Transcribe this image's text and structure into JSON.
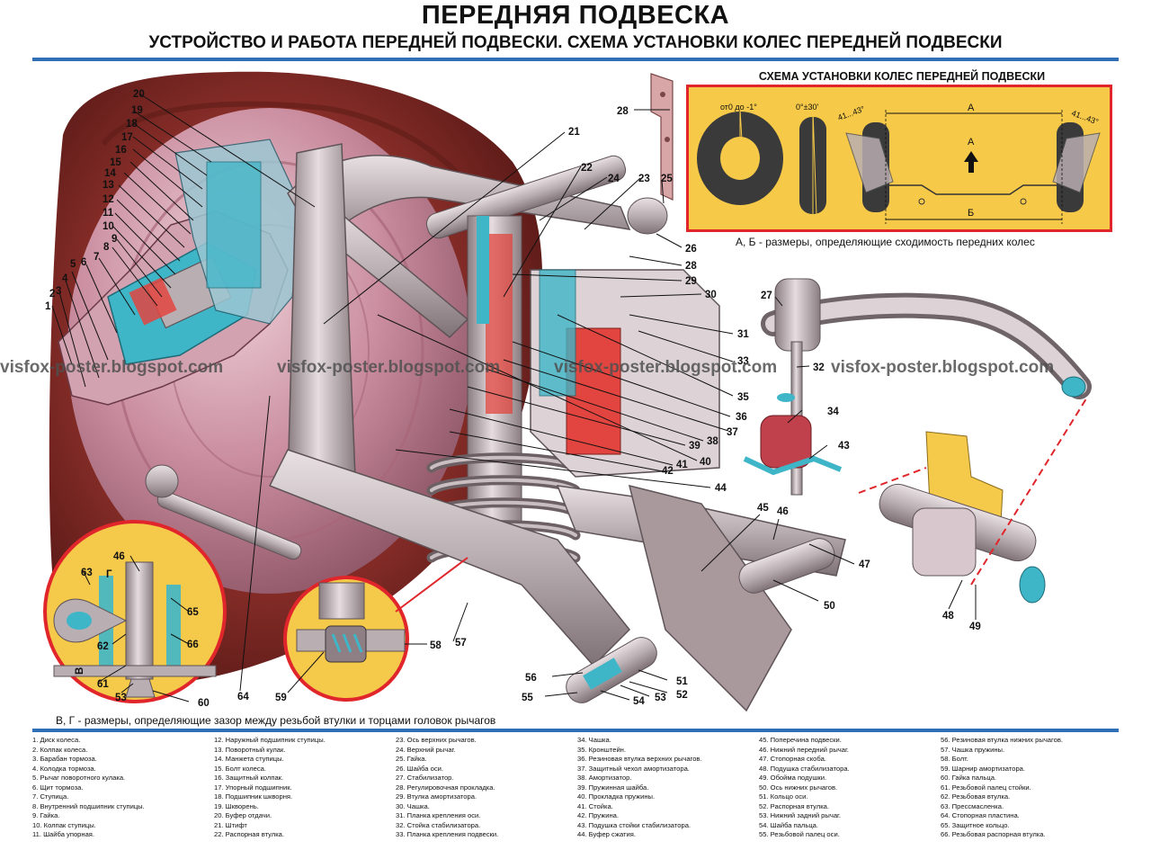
{
  "header": {
    "title": "ПЕРЕДНЯЯ ПОДВЕСКА",
    "subtitle": "УСТРОЙСТВО И РАБОТА ПЕРЕДНЕЙ ПОДВЕСКИ. СХЕМА УСТАНОВКИ КОЛЕС ПЕРЕДНЕЙ ПОДВЕСКИ"
  },
  "watermark": "visfox-poster.blogspot.com",
  "schema": {
    "title": "СХЕМА УСТАНОВКИ КОЛЕС ПЕРЕДНЕЙ ПОДВЕСКИ",
    "camber_label": "от0 до -1°",
    "caster_label": "0°±30'",
    "steer_left_label": "41...43°",
    "steer_right_label": "41...43°",
    "dim_a_top": "А",
    "arrow_label": "А",
    "dim_b": "Б",
    "caption": "А, Б - размеры, определяющие сходимость передних колес"
  },
  "inset": {
    "dim_g": "Г",
    "dim_v": "В",
    "caption": "В, Г - размеры, определяющие зазор между резьбой втулки и торцами головок рычагов"
  },
  "callouts": [
    "1",
    "2",
    "3",
    "4",
    "5",
    "6",
    "7",
    "8",
    "9",
    "10",
    "11",
    "12",
    "13",
    "14",
    "15",
    "16",
    "17",
    "18",
    "19",
    "20",
    "21",
    "22",
    "23",
    "24",
    "25",
    "26",
    "27",
    "28",
    "29",
    "30",
    "31",
    "32",
    "33",
    "34",
    "35",
    "36",
    "37",
    "38",
    "39",
    "40",
    "41",
    "42",
    "43",
    "44",
    "45",
    "46",
    "47",
    "48",
    "49",
    "50",
    "51",
    "52",
    "53",
    "54",
    "55",
    "56",
    "57",
    "58",
    "59",
    "60",
    "61",
    "62",
    "63",
    "64",
    "65",
    "66"
  ],
  "legend": [
    [
      "1. Диск колеса.",
      "2. Колпак колеса.",
      "3. Барабан тормоза.",
      "4. Колодка тормоза.",
      "5. Рычаг поворотного кулака.",
      "6. Щит тормоза.",
      "7. Ступица.",
      "8. Внутренний подшипник ступицы.",
      "9. Гайка.",
      "10. Колпак ступицы.",
      "11. Шайба упорная."
    ],
    [
      "12. Наружный подшипник ступицы.",
      "13. Поворотный кулак.",
      "14. Манжета ступицы.",
      "15. Болт колеса.",
      "16. Защитный колпак.",
      "17. Упорный подшипник.",
      "18. Подшипник шкворня.",
      "19. Шкворень.",
      "20. Буфер отдачи.",
      "21. Штифт",
      "22. Распорная втулка."
    ],
    [
      "23. Ось верхних рычагов.",
      "24. Верхний рычаг.",
      "25. Гайка.",
      "26. Шайба оси.",
      "27. Стабилизатор.",
      "28. Регулировочная прокладка.",
      "29. Втулка амортизатора.",
      "30. Чашка.",
      "31. Планка крепления оси.",
      "32. Стойка стабилизатора.",
      "33. Планка крепления подвески."
    ],
    [
      "34. Чашка.",
      "35. Кронштейн.",
      "36. Резиновая втулка верхних рычагов.",
      "37. Защитный чехол амортизатора.",
      "38. Амортизатор.",
      "39. Пружинная шайба.",
      "40. Прокладка пружины.",
      "41. Стойка.",
      "42. Пружина.",
      "43. Подушка стойки стабилизатора.",
      "44. Буфер сжатия."
    ],
    [
      "45. Поперечина подвески.",
      "46. Нижний передний рычаг.",
      "47. Стопорная скоба.",
      "48. Подушка стабилизатора.",
      "49. Обойма подушки.",
      "50. Ось нижних рычагов.",
      "51. Кольцо оси.",
      "52. Распорная втулка.",
      "53. Нижний задний рычаг.",
      "54. Шайба пальца.",
      "55. Резьбовой палец оси."
    ],
    [
      "56. Резиновая втулка нижних рычагов.",
      "57. Чашка пружины.",
      "58. Болт.",
      "59. Шарнир амортизатора.",
      "60. Гайка пальца.",
      "61. Резьбовой палец стойки.",
      "62. Резьбовая втулка.",
      "63. Прессмасленка.",
      "64. Стопорная пластина.",
      "65. Защитное кольцо.",
      "66. Резьбовая распорная втулка."
    ]
  ],
  "colors": {
    "rule_blue": "#2e6fb5",
    "schema_border": "#e0262b",
    "schema_bg": "#f7c948",
    "tire_red": "#8c2f2a",
    "drum_pink": "#c98c9e",
    "metal_gray": "#b9aeb2",
    "cutaway_cyan": "#3fb6c8",
    "cutaway_red": "#e2453f",
    "inset_yellow": "#f5c94a"
  }
}
